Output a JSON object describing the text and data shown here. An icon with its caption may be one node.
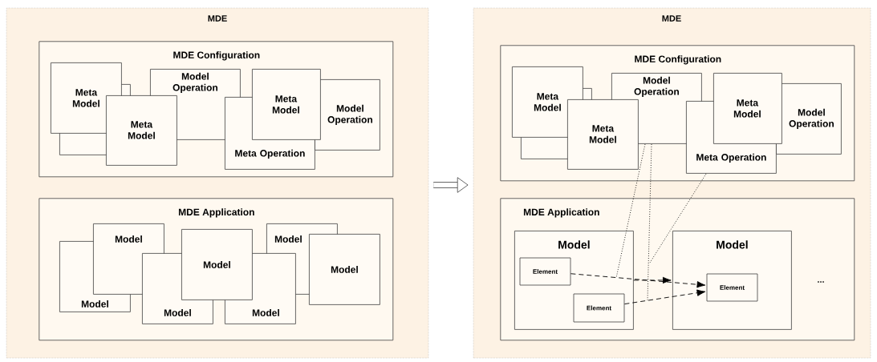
{
  "diagram": {
    "nodes": [
      {
        "text": [
          "MDE"
        ]
      },
      {
        "text": [
          "MDE Configuration"
        ],
        "in": 0
      },
      {
        "text": [],
        "shape": "box",
        "in": 1
      },
      {
        "text": [
          "Meta Model"
        ],
        "in": 1
      },
      {
        "text": [
          "Model Operation"
        ],
        "in": 1
      },
      {
        "text": [
          "Meta Model"
        ],
        "in": 1
      },
      {
        "text": [
          "Model Operation"
        ],
        "in": 1
      },
      {
        "text": [
          "Meta Operation"
        ],
        "in": 1
      },
      {
        "text": [
          "Meta Model"
        ],
        "in": 1
      },
      {
        "text": [
          "MDE Application"
        ],
        "in": 0
      },
      {
        "text": [
          "Model"
        ],
        "in": 9
      },
      {
        "text": [
          "Model"
        ],
        "in": 9
      },
      {
        "text": [
          "Model"
        ],
        "in": 9
      },
      {
        "text": [
          "Model"
        ],
        "in": 9
      },
      {
        "text": [
          "Model"
        ],
        "in": 9
      },
      {
        "text": [
          "Model"
        ],
        "in": 9
      },
      {
        "text": [
          "Model"
        ],
        "in": 9
      },
      {
        "text": [
          "MDE"
        ]
      },
      {
        "text": [
          "MDE Configuration"
        ],
        "in": 17
      },
      {
        "text": [],
        "shape": "box",
        "in": 18
      },
      {
        "text": [
          "Meta Model"
        ],
        "in": 18
      },
      {
        "text": [
          "Model Operation"
        ],
        "in": 18
      },
      {
        "text": [
          "Meta Model"
        ],
        "in": 18
      },
      {
        "text": [
          "Model Operation"
        ],
        "in": 18
      },
      {
        "text": [
          "Meta Operation"
        ],
        "in": 18
      },
      {
        "text": [
          "Meta Model"
        ],
        "in": 18
      },
      {
        "text": [
          "MDE Application"
        ],
        "in": 17
      },
      {
        "text": [
          "Model"
        ],
        "in": 26
      },
      {
        "text": [
          "Element"
        ],
        "in": 27
      },
      {
        "text": [
          "Element"
        ],
        "in": 27
      },
      {
        "text": [
          "Model"
        ],
        "in": 26
      },
      {
        "text": [
          "Element"
        ],
        "in": 30
      }
    ],
    "edges": [
      {
        "from": 0,
        "to": 17,
        "arrow": "to",
        "style": "thick"
      },
      {
        "from": 27,
        "to": 30,
        "arrow": "to",
        "style": "dashed"
      },
      {
        "from": 28,
        "to": 31,
        "arrow": "to",
        "style": "dashed"
      },
      {
        "from": 29,
        "to": 31,
        "arrow": "to",
        "style": "dashed"
      },
      {
        "from": 21,
        "to": null,
        "arrow": "none",
        "style": "dashed"
      },
      {
        "from": 21,
        "to": null,
        "arrow": "none",
        "style": "dashed"
      },
      {
        "from": 24,
        "to": null,
        "arrow": "none",
        "style": "dashed"
      }
    ],
    "labels": [
      "..."
    ]
  }
}
